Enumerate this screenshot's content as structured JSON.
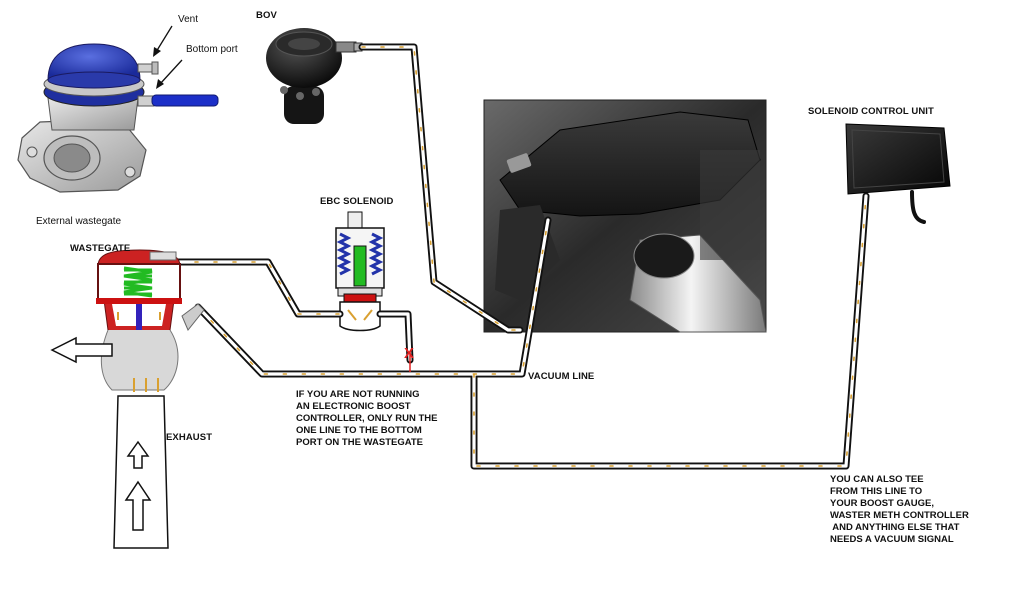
{
  "labels": {
    "vent": "Vent",
    "bottom_port": "Bottom port",
    "external_wastegate": "External wastegate",
    "bov": "BOV",
    "ebc_solenoid": "EBC SOLENOID",
    "wastegate": "WASTEGATE",
    "exhaust": "EXHAUST",
    "vacuum_line": "VACUUM LINE",
    "solenoid_control_unit": "SOLENOID CONTROL UNIT",
    "x_mark": "X"
  },
  "notes": {
    "no_ebc": [
      "IF YOU ARE NOT RUNNING",
      "AN ELECTRONIC BOOST",
      "CONTROLLER, ONLY RUN THE",
      "ONE LINE TO THE BOTTOM",
      "PORT ON THE WASTEGATE"
    ],
    "tee_line": [
      "YOU CAN ALSO TEE",
      "FROM THIS LINE TO",
      "YOUR BOOST GAUGE,",
      "WASTER METH CONTROLLER",
      " AND ANYTHING ELSE THAT",
      "NEEDS A VACUUM SIGNAL"
    ]
  },
  "colors": {
    "hose_outline": "#111111",
    "hose_fill": "#ffffff",
    "flow_arrow": "#d9a030",
    "wastegate_blue": "#2233aa",
    "wastegate_red": "#cc1111",
    "spring_green": "#22bb22",
    "stem_blue": "#3322bb",
    "block_marker": "#e02020"
  }
}
